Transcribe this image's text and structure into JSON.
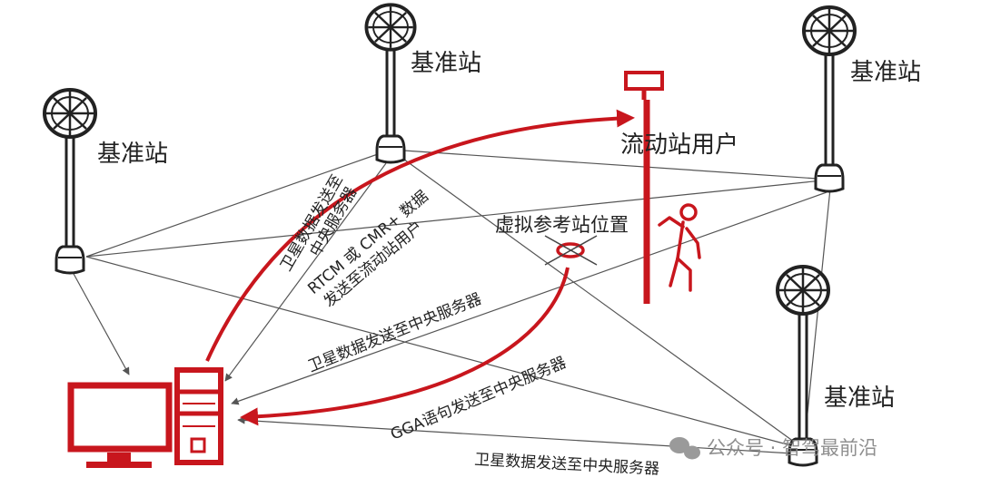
{
  "diagram": {
    "base_station_label": "基准站",
    "rover_label": "流动站用户",
    "virtual_station_label": "虚拟参考站位置",
    "link_satellite_data_vertical": [
      "卫星数据发送至",
      "中央服务器"
    ],
    "link_rtcm": [
      "RTCM 或 CMR+ 数据",
      "发送至流动站用户"
    ],
    "link_satellite_data_mid": "卫星数据发送至中央服务器",
    "link_gga": "GGA语句发送至中央服务器",
    "link_satellite_data_bottom": "卫星数据发送至中央服务器"
  },
  "watermark": {
    "icon": "wechat-icon",
    "text": "公众号 · 智驾最前沿"
  },
  "colors": {
    "accent_red": "#c8161d",
    "line_gray": "#555555",
    "text": "#222222"
  }
}
